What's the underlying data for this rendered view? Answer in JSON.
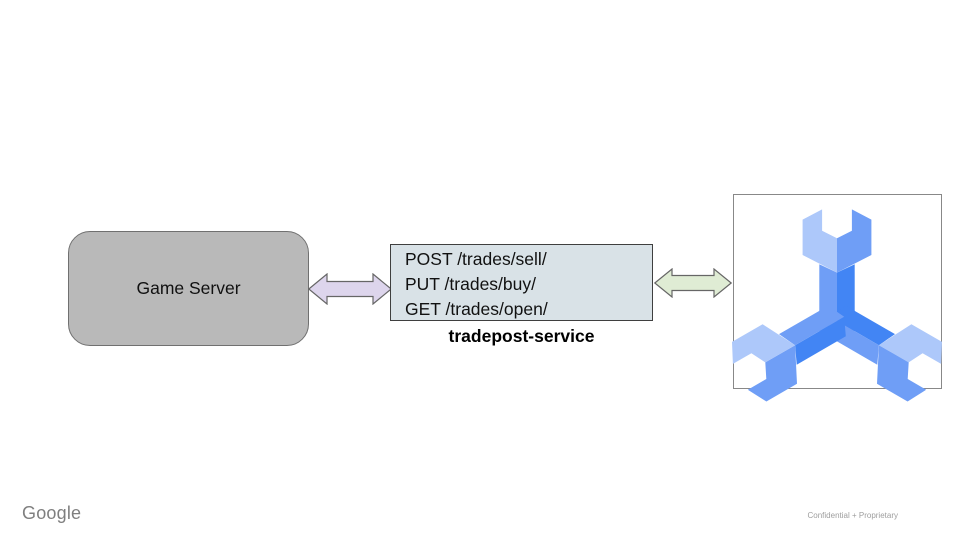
{
  "slide": {
    "footer": {
      "brand": "Google",
      "note": "Confidential + Proprietary"
    }
  },
  "diagram": {
    "game_server": {
      "label": "Game Server"
    },
    "tradepost_service": {
      "endpoints": [
        "POST /trades/sell/",
        "PUT /trades/buy/",
        "GET /trades/open/"
      ],
      "caption": "tradepost-service"
    },
    "connections": [
      {
        "from": "Game Server",
        "to": "tradepost-service",
        "type": "bidirectional"
      },
      {
        "from": "tradepost-service",
        "to": "agones-logo",
        "type": "bidirectional"
      }
    ],
    "agones_logo": {
      "name": "agones-logo",
      "colors": {
        "light": "#adc8fa",
        "medium": "#6f9ef6",
        "dark": "#4285f4"
      }
    }
  },
  "css_vars": {
    "box-gray": "#b9b9b9",
    "box-gray-border": "#707070",
    "service-fill": "#d9e2e7",
    "service-border": "#3f3f3f",
    "arrow-purple": "#ddd5ec",
    "arrow-green": "#dfecd4",
    "arrow-border": "#666666",
    "logo-box-border": "#888888",
    "footer-gray": "#7f7f7f",
    "note-gray": "#9e9e9e"
  }
}
